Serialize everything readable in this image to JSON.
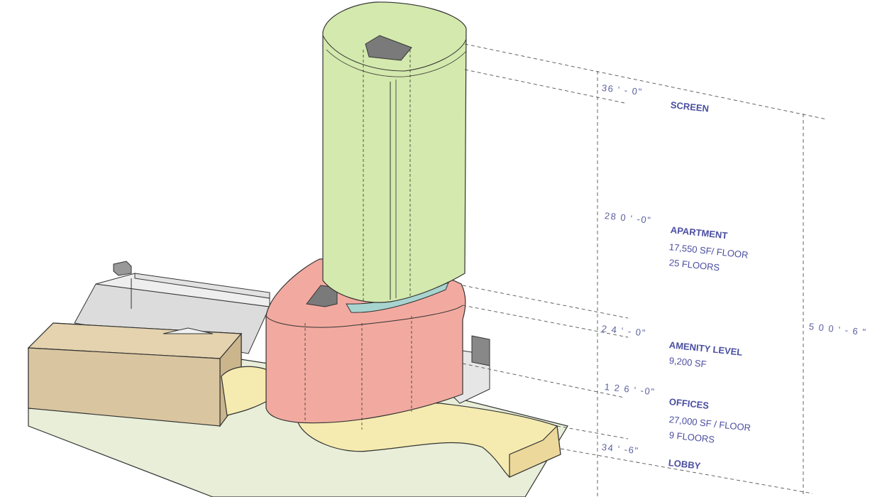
{
  "levels": {
    "screen": {
      "height": "36 ‘ - 0\"",
      "name": "SCREEN"
    },
    "apartment": {
      "height": "28 0 ‘ -0\"",
      "name": "APARTMENT",
      "area": "17,550 SF/ FLOOR",
      "floors": "25 FLOORS"
    },
    "amenity": {
      "height": "2 4 ‘ - 0\"",
      "name": "AMENITY LEVEL",
      "area": "9,200 SF"
    },
    "offices": {
      "height": "1 2 6 ‘ -0\"",
      "name": "OFFICES",
      "area": "27,000 SF / FLOOR",
      "floors": "9 FLOORS"
    },
    "lobby": {
      "height": "34 ‘ -6\"",
      "name": "LOBBY"
    }
  },
  "total_height": "5 0 0 ‘ - 6 \"",
  "colors": {
    "screen_tower": "#d4e9ad",
    "amenity_band": "#a8d4cf",
    "office_podium": "#f2aaa0",
    "lobby_plaza": "#f5ebb0",
    "ground": "#e8eed8",
    "neighbor_block": "#d9c6a0",
    "grey_building": "#e6e6e6",
    "core": "#7a7a7a",
    "label_text": "#4a4ea0"
  }
}
